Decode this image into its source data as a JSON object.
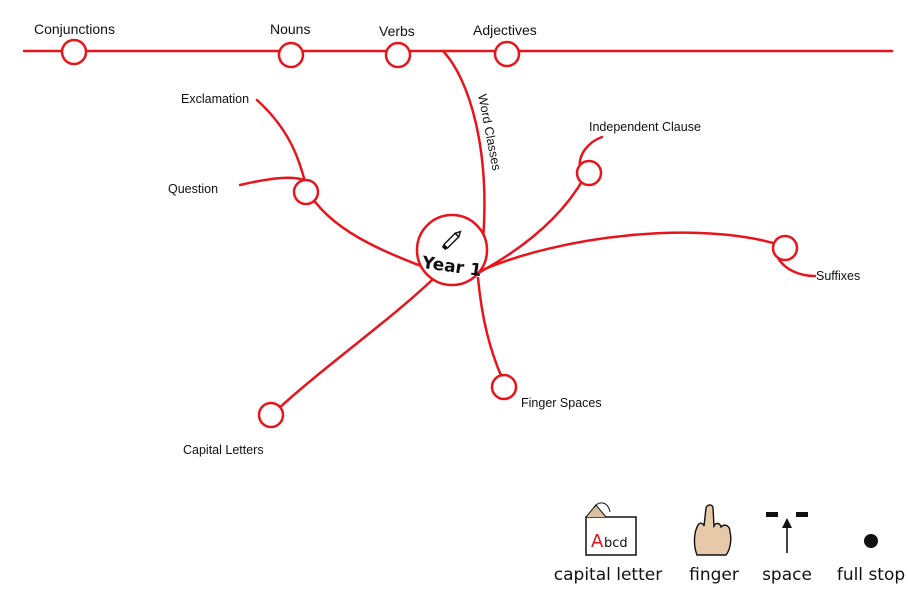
{
  "colors": {
    "line": "#e8141c",
    "text": "#111111",
    "background": "#ffffff"
  },
  "center": {
    "title": "Year 1",
    "icon": "pencil-icon"
  },
  "timeline": {
    "nodes": [
      {
        "label": "Conjunctions"
      },
      {
        "label": "Nouns"
      },
      {
        "label": "Verbs"
      },
      {
        "label": "Adjectives"
      }
    ]
  },
  "branches": {
    "word_classes": "Word Classes",
    "exclamation": "Exclamation",
    "question": "Question",
    "independent_clause": "Independent Clause",
    "suffixes": "Suffixes",
    "finger_spaces": "Finger Spaces",
    "capital_letters": "Capital Letters"
  },
  "key": {
    "items": [
      {
        "icon": "capital-letter-icon",
        "icon_text": "Abcd",
        "label": "capital letter"
      },
      {
        "icon": "finger-icon",
        "label": "finger"
      },
      {
        "icon": "space-icon",
        "label": "space"
      },
      {
        "icon": "full-stop-icon",
        "label": "full stop"
      }
    ]
  }
}
